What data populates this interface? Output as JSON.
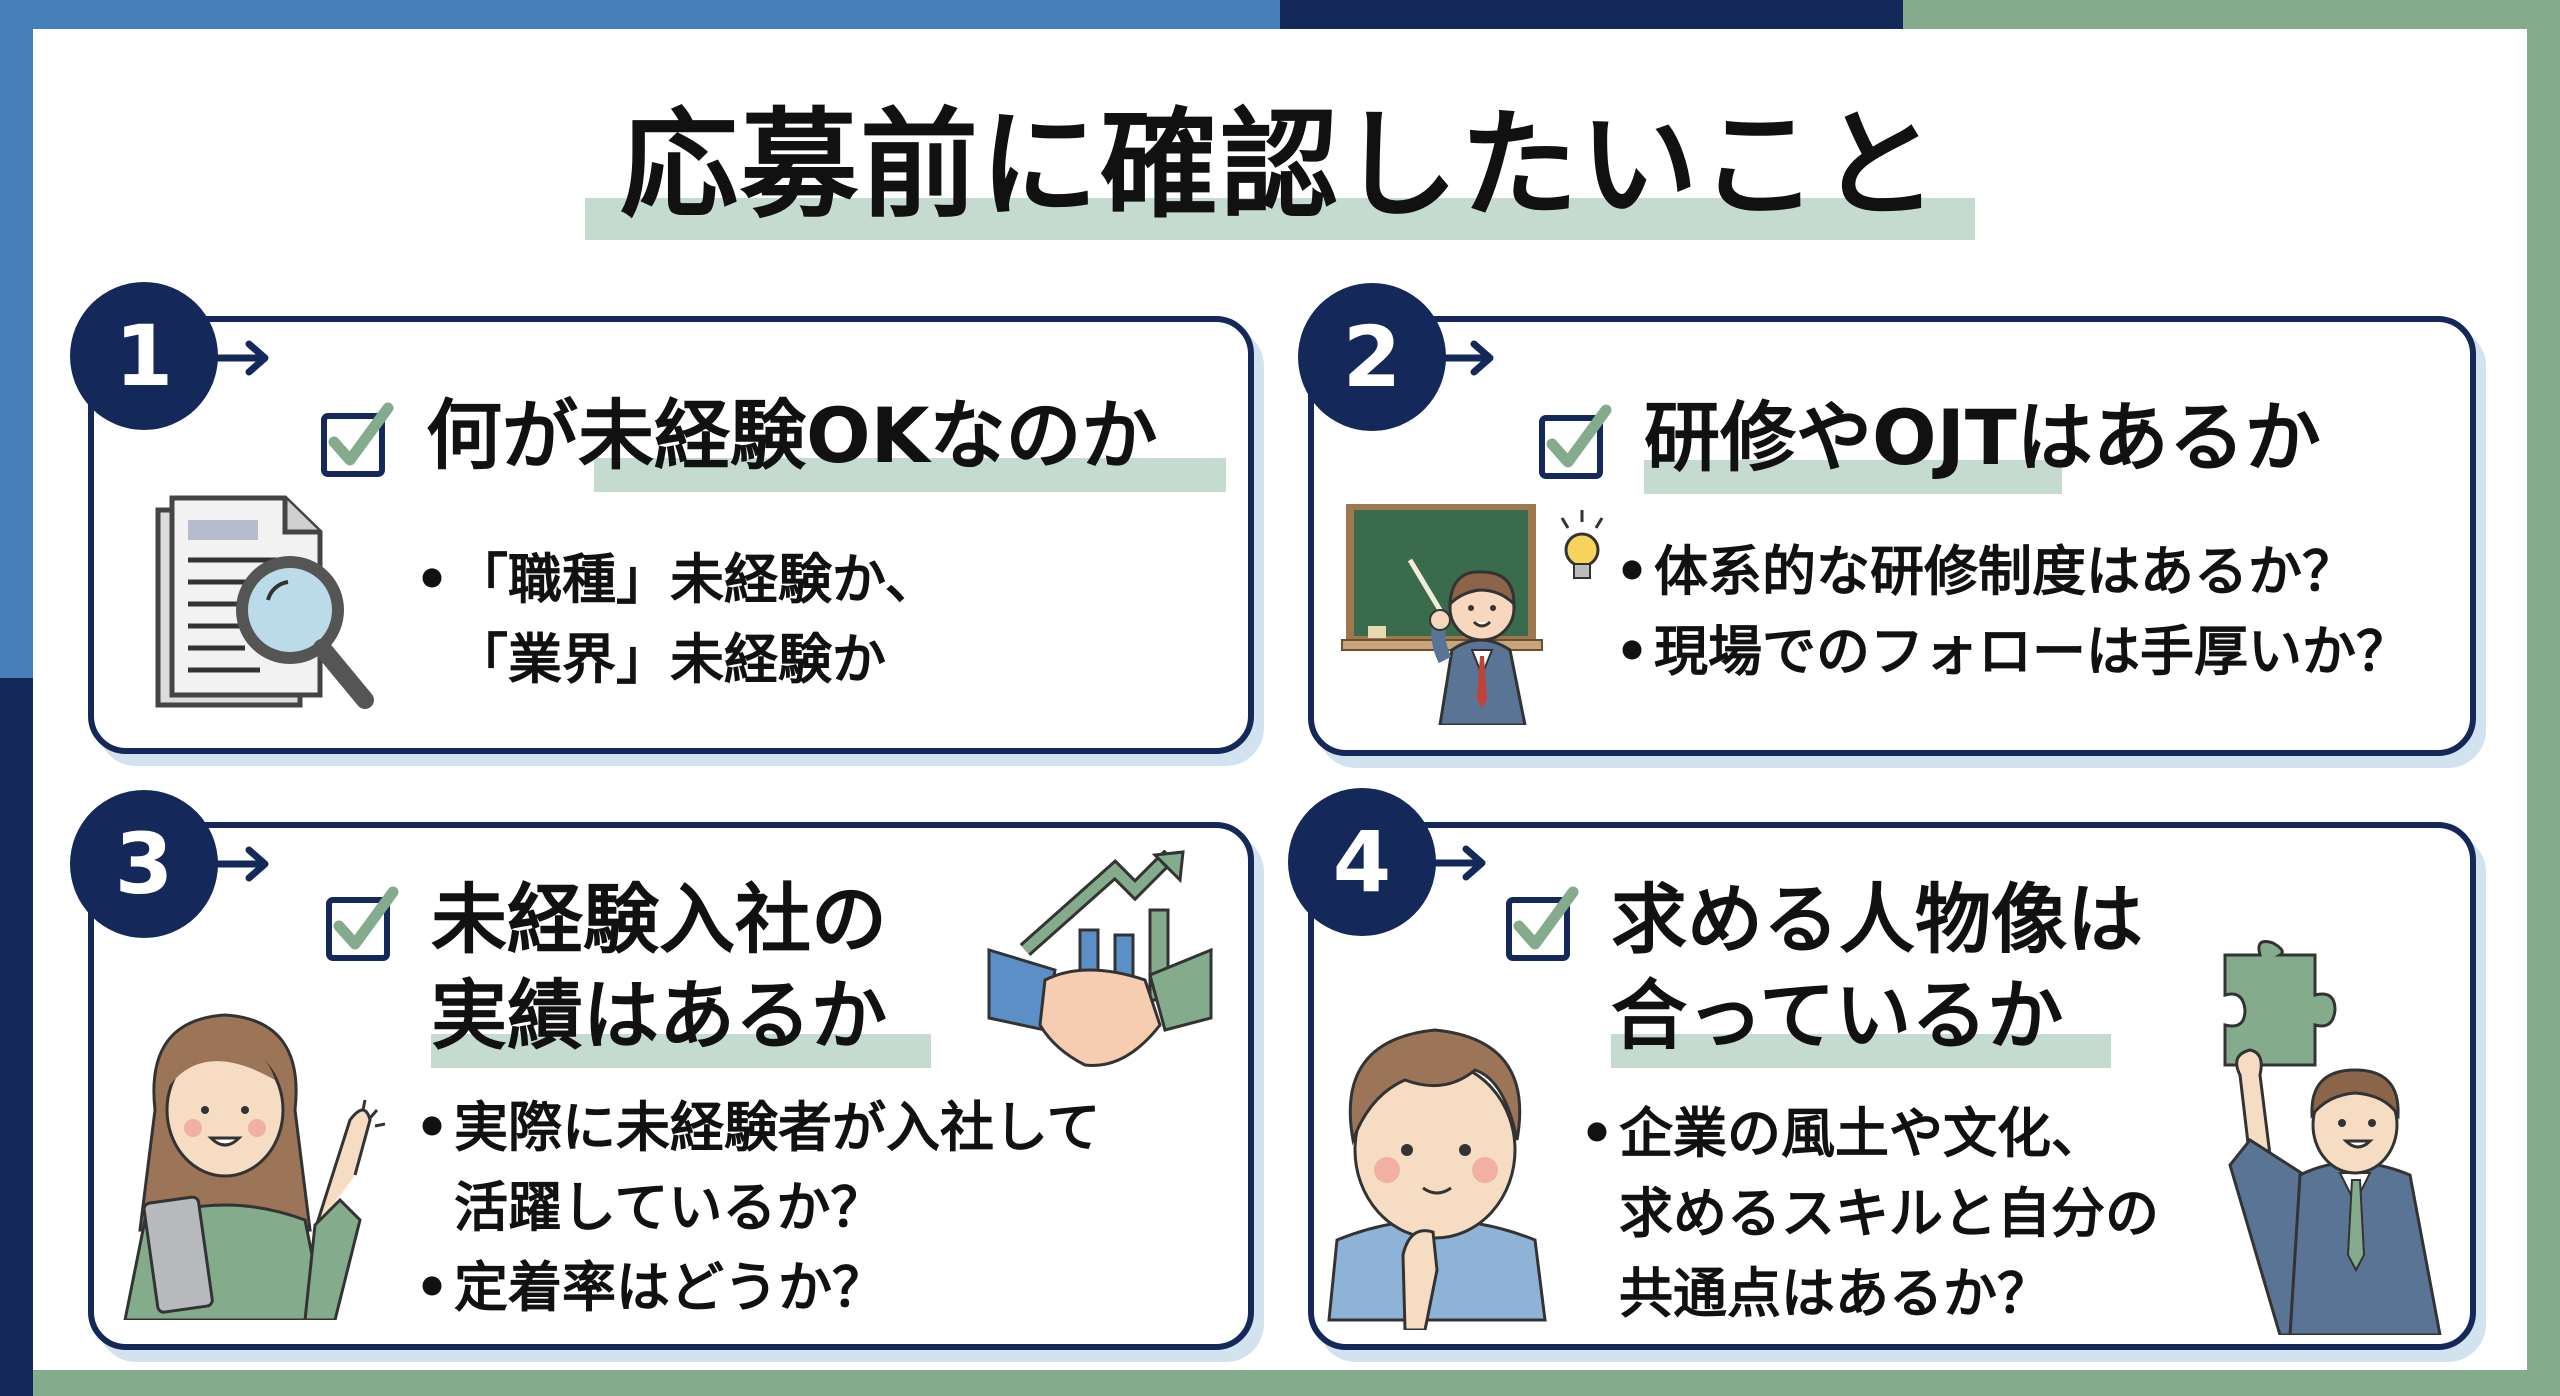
{
  "colors": {
    "blue": "#4680b8",
    "navy": "#15285a",
    "green": "#84ab8c",
    "highlight": "#c5dbd0",
    "shadow": "#d3e2ef"
  },
  "title": "応募前に確認したいこと",
  "cards": [
    {
      "number": "1",
      "heading_lines": [
        "何が未経験OKなのか"
      ],
      "bullets": [
        {
          "lines": [
            "「職種」未経験か、",
            "「業界」未経験か"
          ]
        }
      ],
      "icons": [
        "check-icon",
        "document-magnifier-icon"
      ]
    },
    {
      "number": "2",
      "heading_lines": [
        "研修やOJTはあるか"
      ],
      "bullets": [
        {
          "lines": [
            "体系的な研修制度はあるか？"
          ]
        },
        {
          "lines": [
            "現場でのフォローは手厚いか？"
          ]
        }
      ],
      "icons": [
        "check-icon",
        "teacher-blackboard-icon",
        "lightbulb-icon"
      ]
    },
    {
      "number": "3",
      "heading_lines": [
        "未経験入社の",
        "実績はあるか"
      ],
      "bullets": [
        {
          "lines": [
            "実際に未経験者が入社して",
            "活躍しているか？"
          ]
        },
        {
          "lines": [
            "定着率はどうか？"
          ]
        }
      ],
      "icons": [
        "check-icon",
        "handshake-growth-icon",
        "woman-presenting-icon"
      ]
    },
    {
      "number": "4",
      "heading_lines": [
        "求める人物像は",
        "合っているか"
      ],
      "bullets": [
        {
          "lines": [
            "企業の風土や文化、",
            "求めるスキルと自分の",
            "共通点はあるか？"
          ]
        }
      ],
      "icons": [
        "check-icon",
        "thinking-boy-icon",
        "businessman-puzzle-icon"
      ]
    }
  ]
}
